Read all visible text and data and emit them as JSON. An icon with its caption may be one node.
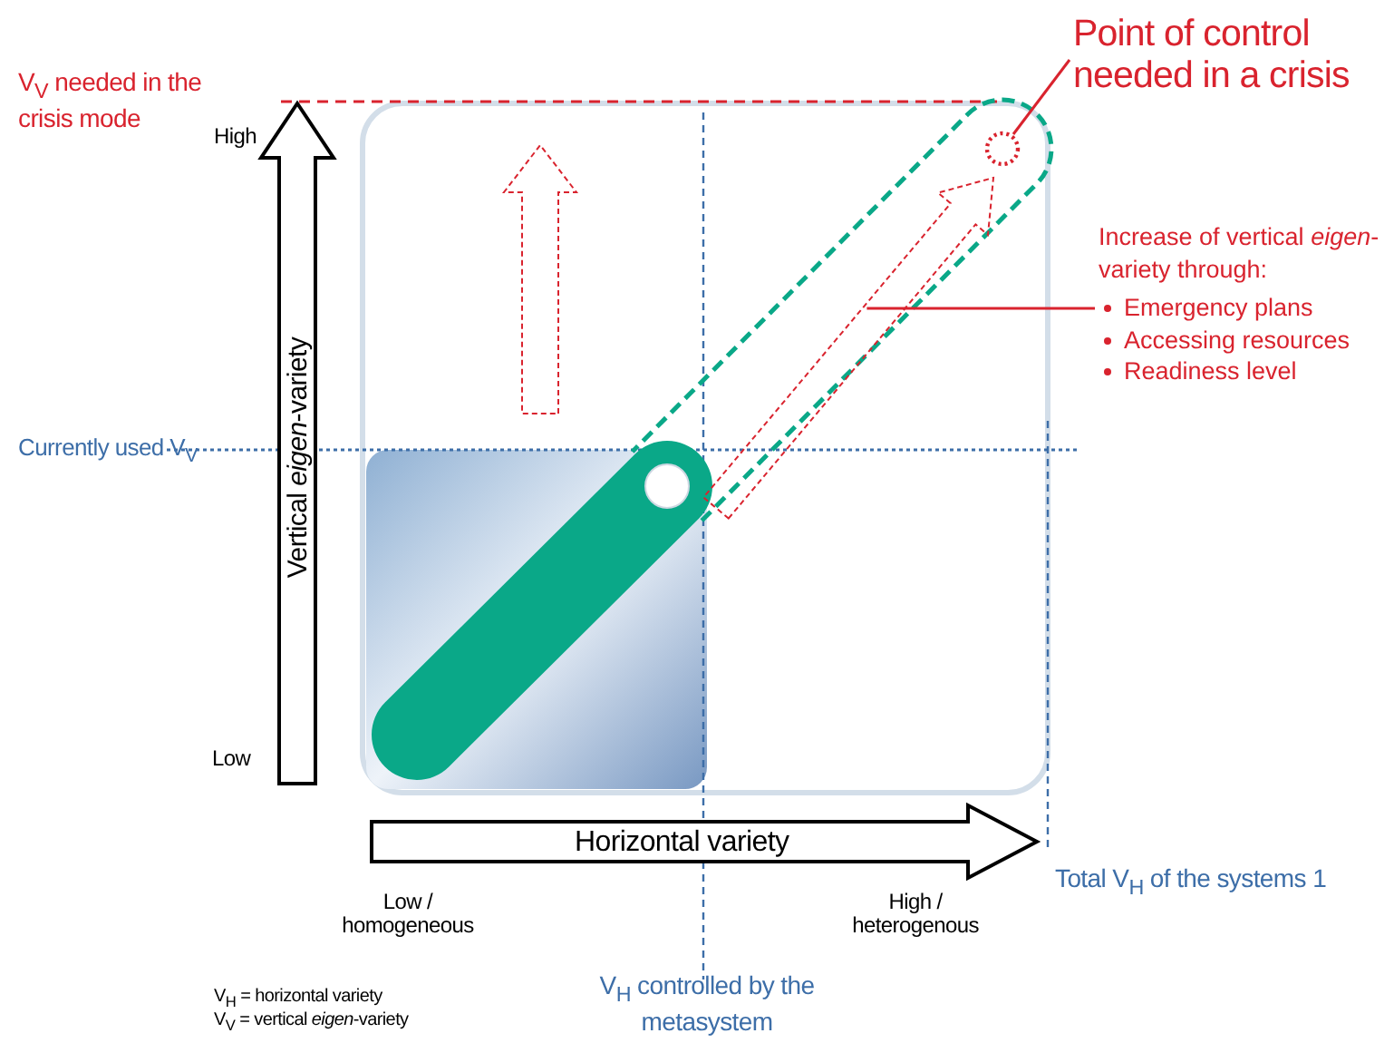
{
  "diagram": {
    "nodes": [
      {
        "text": [
          "Point of control needed in a crisis"
        ]
      },
      {
        "text": [],
        "shape": "circle"
      },
      {
        "text": [
          "Increase of vertical *eigen*-variety through:",
          "Emergency plans",
          "Accessing resources",
          "Readiness level"
        ]
      },
      {
        "text": [],
        "shape": "arrow"
      }
    ],
    "edges": [
      {
        "from": 0,
        "to": 1,
        "arrow": "none"
      },
      {
        "from": 2,
        "to": 3,
        "arrow": "none"
      }
    ],
    "labels": [
      "V$_{V}$ needed in the crisis mode",
      "High",
      "Vertical *eigen*-variety",
      "Currently used V$_{V}$",
      "Low",
      "Horizontal variety",
      "Low / homogeneous",
      "High / heterogenous",
      "Total V$_{H}$ of the systems 1",
      "V$_{H}$ controlled by the metasystem",
      "V$_{H}$ = horizontal variety",
      "V$_{V}$ = vertical *eigen*-variety"
    ]
  }
}
